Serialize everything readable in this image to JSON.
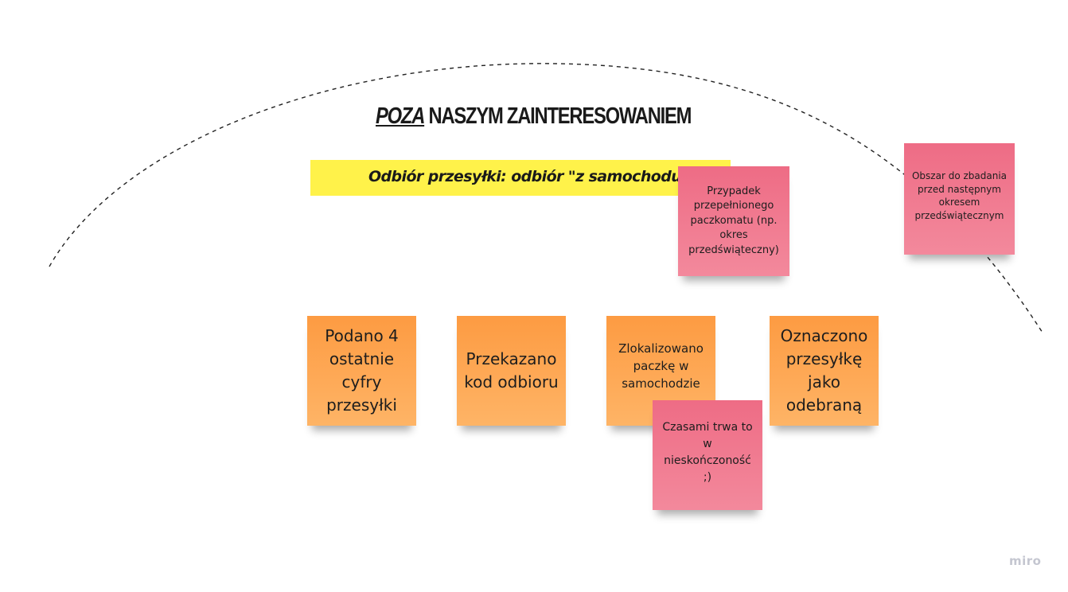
{
  "board": {
    "heading_emphasis": "Poza",
    "heading_rest": " naszym zainteresowaniem",
    "banner": "Odbiór przesyłki: odbiór \"z samochodu\""
  },
  "steps": [
    {
      "text": "Podano 4 ostatnie cyfry przesyłki",
      "color": "orange"
    },
    {
      "text": "Przekazano kod odbioru",
      "color": "orange"
    },
    {
      "text": "Zlokalizowano paczkę w samochodzie",
      "color": "orange"
    },
    {
      "text": "Oznaczono przesyłkę jako odebraną",
      "color": "orange"
    }
  ],
  "notes": [
    {
      "text": "Przypadek przepełnionego paczkomatu (np. okres przedświąteczny)",
      "color": "pink"
    },
    {
      "text": "Obszar do zbadania przed następnym okresem przedświątecznym",
      "color": "pink"
    },
    {
      "text": "Czasami trwa to w nieskończoność ;)",
      "color": "pink"
    }
  ],
  "colors": {
    "orange": "#fd9b42",
    "pink": "#ee6c85",
    "banner": "#fff24a"
  },
  "branding": {
    "logo": "miro"
  }
}
